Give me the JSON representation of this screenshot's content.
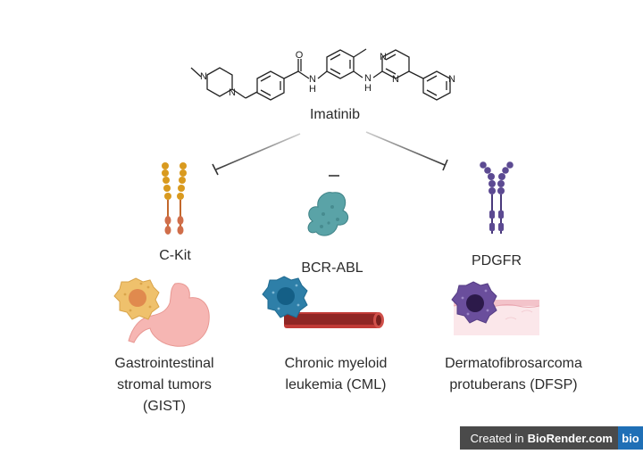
{
  "drug": {
    "name": "Imatinib"
  },
  "targets": [
    {
      "id": "ckit",
      "label": "C-Kit",
      "disease_lines": [
        "Gastrointestinal",
        "stromal tumors",
        "(GIST)"
      ]
    },
    {
      "id": "bcrabl",
      "label": "BCR-ABL",
      "disease_lines": [
        "Chronic myeloid",
        "leukemia (CML)"
      ]
    },
    {
      "id": "pdgfr",
      "label": "PDGFR",
      "disease_lines": [
        "Dermatofibrosarcoma",
        "protuberans (DFSP)"
      ]
    }
  ],
  "structure_atoms": {
    "n_label": "N",
    "o_label": "O",
    "nh_label": "N",
    "h_label": "H"
  },
  "watermark": {
    "prefix": "Created in",
    "brand": "BioRender.com",
    "logo": "bio"
  },
  "colors": {
    "ckit": "#d99a1f",
    "ckit_lower": "#d06e4a",
    "bcrabl": "#5aa3a7",
    "pdgfr": "#5c4a92",
    "gist_cell": "#efc16c",
    "gist_nucleus": "#e08a4e",
    "stomach": "#f6b6b3",
    "cml_cell": "#2e7fa8",
    "cml_nucleus": "#145f86",
    "vessel": "#9a2a28",
    "dfsp_cell": "#6a4e9c",
    "dfsp_nucleus": "#2c1a4a",
    "skin": "#f6d2d6"
  }
}
